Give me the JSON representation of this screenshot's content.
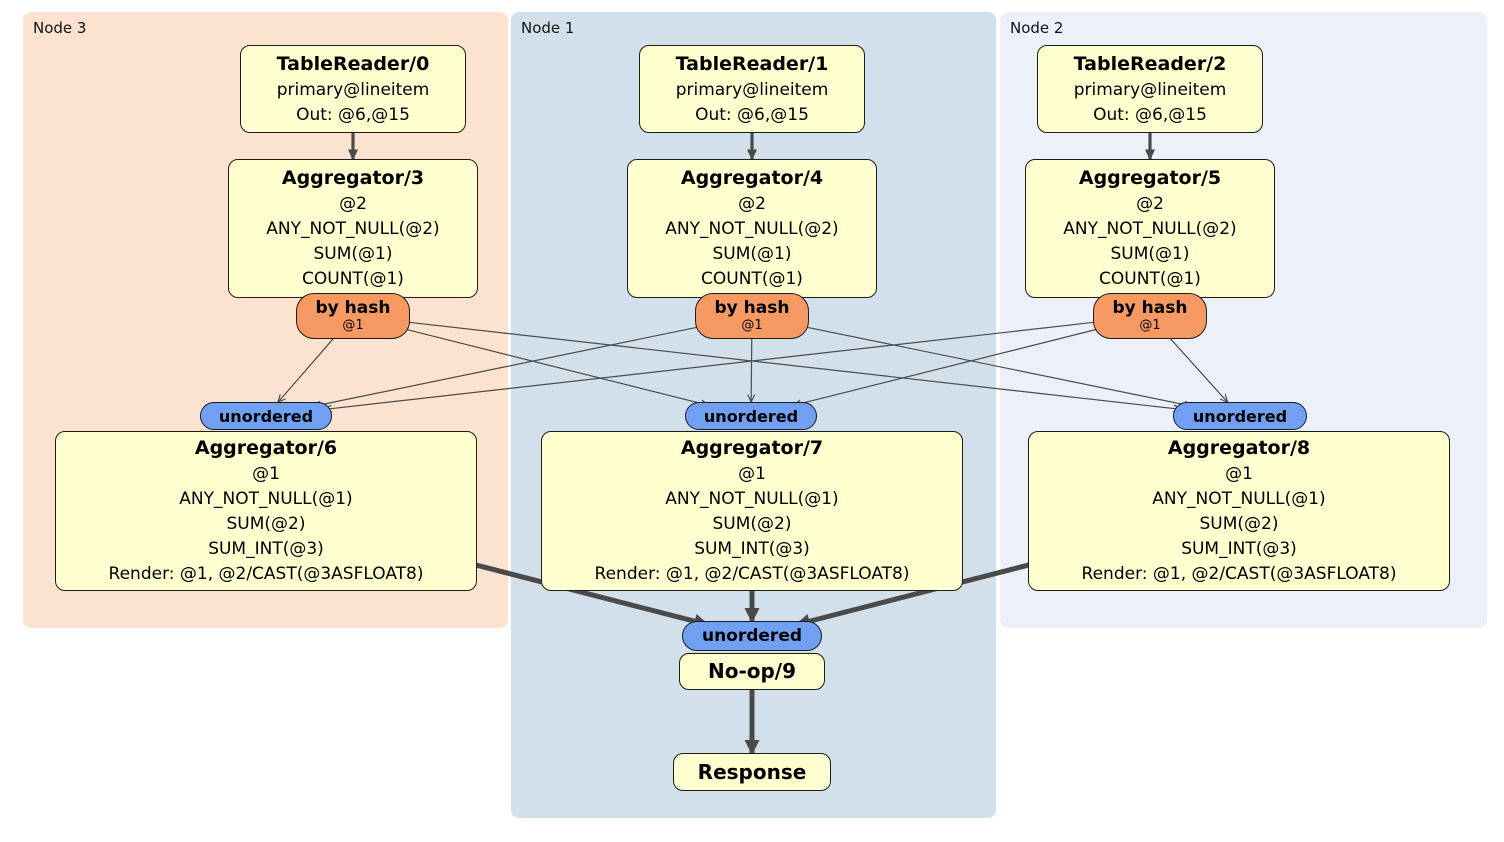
{
  "regions": [
    {
      "label": "Node 3",
      "table_reader": {
        "title": "TableReader/0",
        "lines": [
          "primary@lineitem",
          "Out: @6,@15"
        ]
      },
      "aggregator": {
        "title": "Aggregator/3",
        "lines": [
          "@2",
          "ANY_NOT_NULL(@2)",
          "SUM(@1)",
          "COUNT(@1)"
        ]
      },
      "router": {
        "label": "by hash",
        "detail": "@1"
      },
      "stream": {
        "label": "unordered"
      },
      "final_aggregator": {
        "title": "Aggregator/6",
        "lines": [
          "@1",
          "ANY_NOT_NULL(@1)",
          "SUM(@2)",
          "SUM_INT(@3)",
          "Render: @1, @2/CAST(@3ASFLOAT8)"
        ]
      }
    },
    {
      "label": "Node 1",
      "table_reader": {
        "title": "TableReader/1",
        "lines": [
          "primary@lineitem",
          "Out: @6,@15"
        ]
      },
      "aggregator": {
        "title": "Aggregator/4",
        "lines": [
          "@2",
          "ANY_NOT_NULL(@2)",
          "SUM(@1)",
          "COUNT(@1)"
        ]
      },
      "router": {
        "label": "by hash",
        "detail": "@1"
      },
      "stream": {
        "label": "unordered"
      },
      "final_aggregator": {
        "title": "Aggregator/7",
        "lines": [
          "@1",
          "ANY_NOT_NULL(@1)",
          "SUM(@2)",
          "SUM_INT(@3)",
          "Render: @1, @2/CAST(@3ASFLOAT8)"
        ]
      }
    },
    {
      "label": "Node 2",
      "table_reader": {
        "title": "TableReader/2",
        "lines": [
          "primary@lineitem",
          "Out: @6,@15"
        ]
      },
      "aggregator": {
        "title": "Aggregator/5",
        "lines": [
          "@2",
          "ANY_NOT_NULL(@2)",
          "SUM(@1)",
          "COUNT(@1)"
        ]
      },
      "router": {
        "label": "by hash",
        "detail": "@1"
      },
      "stream": {
        "label": "unordered"
      },
      "final_aggregator": {
        "title": "Aggregator/8",
        "lines": [
          "@1",
          "ANY_NOT_NULL(@1)",
          "SUM(@2)",
          "SUM_INT(@3)",
          "Render: @1, @2/CAST(@3ASFLOAT8)"
        ]
      }
    }
  ],
  "sink": {
    "stream": {
      "label": "unordered"
    },
    "noop": {
      "title": "No-op/9"
    },
    "response": {
      "title": "Response"
    }
  },
  "colors": {
    "node3_bg": "#fce3cf",
    "node1_bg": "#d2e0ec",
    "node2_bg": "#ebf0f9",
    "processor_fill": "#ffffcf",
    "router_fill": "#f79963",
    "stream_fill": "#6fa0f2",
    "edge": "#4a4a4a"
  },
  "edges": [
    {
      "from": "tr-0",
      "to": "agg-top-0",
      "style": "medium"
    },
    {
      "from": "tr-1",
      "to": "agg-top-1",
      "style": "medium"
    },
    {
      "from": "tr-2",
      "to": "agg-top-2",
      "style": "medium"
    },
    {
      "from": "bh-0",
      "to": "un-0",
      "style": "thin"
    },
    {
      "from": "bh-0",
      "to": "un-1",
      "style": "thin"
    },
    {
      "from": "bh-0",
      "to": "un-2",
      "style": "thin"
    },
    {
      "from": "bh-1",
      "to": "un-0",
      "style": "thin"
    },
    {
      "from": "bh-1",
      "to": "un-1",
      "style": "thin"
    },
    {
      "from": "bh-1",
      "to": "un-2",
      "style": "thin"
    },
    {
      "from": "bh-2",
      "to": "un-0",
      "style": "thin"
    },
    {
      "from": "bh-2",
      "to": "un-1",
      "style": "thin"
    },
    {
      "from": "bh-2",
      "to": "un-2",
      "style": "thin"
    },
    {
      "from": "agg-bot-0",
      "to": "un-center",
      "style": "thick"
    },
    {
      "from": "agg-bot-1",
      "to": "un-center",
      "style": "thick"
    },
    {
      "from": "agg-bot-2",
      "to": "un-center",
      "style": "thick"
    },
    {
      "from": "noop",
      "to": "response",
      "style": "thick"
    }
  ]
}
